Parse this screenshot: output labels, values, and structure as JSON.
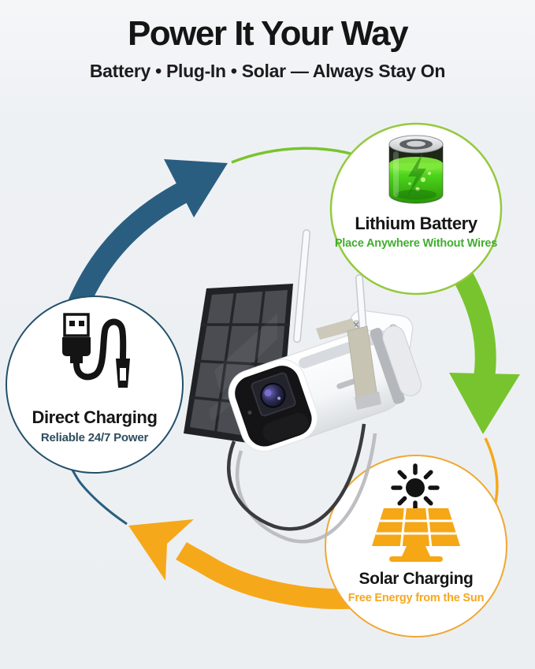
{
  "page": {
    "kind": "product-infographic",
    "background": "#eef1f4"
  },
  "header": {
    "title": "Power It Your Way",
    "subtitle": "Battery • Plug-In • Solar — Always Stay On",
    "text_color": "#161616"
  },
  "features": [
    {
      "id": "lithium-battery",
      "title": "Lithium Battery",
      "subtitle": "Place Anywhere Without Wires",
      "icon": "battery-icon",
      "border_color": "#95c93e",
      "subtitle_color": "#3fae2e"
    },
    {
      "id": "direct-charging",
      "title": "Direct Charging",
      "subtitle": "Reliable 24/7 Power",
      "icon": "usb-cable-icon",
      "border_color": "#24506a",
      "subtitle_color": "#2e4d5e"
    },
    {
      "id": "solar-charging",
      "title": "Solar Charging",
      "subtitle": "Free Energy from the Sun",
      "icon": "sun-solar-panel-icon",
      "border_color": "#f0a832",
      "subtitle_color": "#f5a81e"
    }
  ],
  "cycle_arrows": [
    {
      "name": "to-lithium-battery",
      "color": "#2a5e80"
    },
    {
      "name": "to-solar-charging",
      "color": "#78c42e"
    },
    {
      "name": "to-direct-charging",
      "color": "#f6a81b"
    }
  ],
  "product_photo": {
    "alt": "White wireless bullet security camera with two antennas on a wall mount, connected by hanging cables to a dark solar panel"
  }
}
